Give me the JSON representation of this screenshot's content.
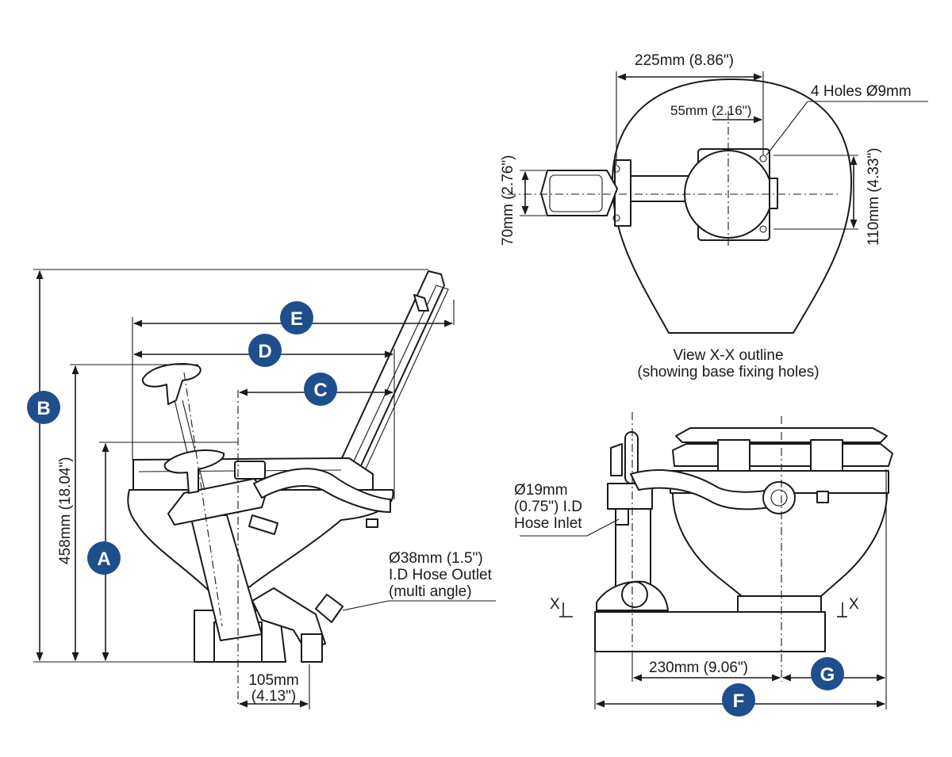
{
  "badge_color": "#1f4e8c",
  "badges": {
    "a": "A",
    "b": "B",
    "c": "C",
    "d": "D",
    "e": "E",
    "f": "F",
    "g": "G"
  },
  "top_view": {
    "width_dim": "225mm (8.86\")",
    "hole_spacing_dim": "55mm (2.16\")",
    "holes_note": "4 Holes Ø9mm",
    "left_height_dim": "70mm (2.76\")",
    "right_height_dim": "110mm (4.33\")",
    "caption_line1": "View X-X outline",
    "caption_line2": "(showing base fixing holes)"
  },
  "side_view": {
    "height_dim": "458mm (18.04\")",
    "outlet_line1": "Ø38mm (1.5\")",
    "outlet_line2": "I.D Hose Outlet",
    "outlet_line3": "(multi angle)",
    "offset_line1": "105mm",
    "offset_line2": "(4.13\")"
  },
  "front_view": {
    "inlet_line1": "Ø19mm",
    "inlet_line2": "(0.75\") I.D",
    "inlet_line3": "Hose Inlet",
    "base_dim": "230mm (9.06\")",
    "section_left": "X",
    "section_right": "X"
  }
}
